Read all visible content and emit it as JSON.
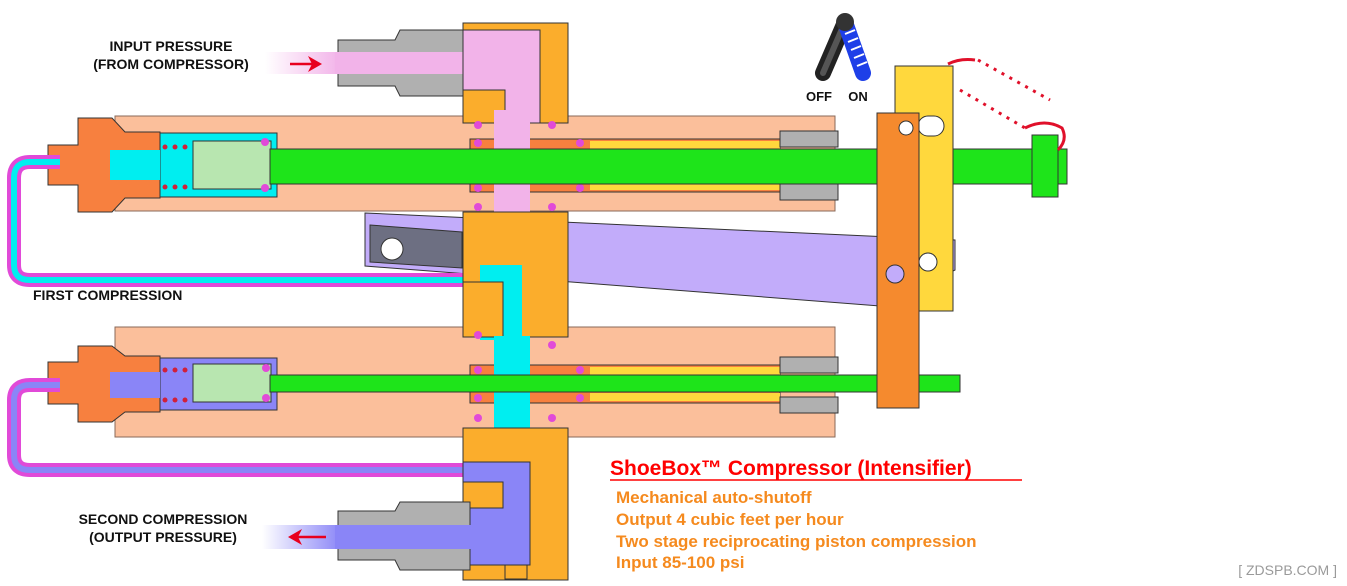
{
  "labels": {
    "input_line1": "INPUT PRESSURE",
    "input_line2": "(FROM COMPRESSOR)",
    "first_compression": "FIRST COMPRESSION",
    "second_line1": "SECOND COMPRESSION",
    "second_line2": "(OUTPUT PRESSURE)",
    "switch_off": "OFF",
    "switch_on": "ON"
  },
  "title": "ShoeBox™ Compressor (Intensifier)",
  "features": [
    "Mechanical auto-shutoff",
    "Output 4 cubic feet per hour",
    "Two stage reciprocating piston compression",
    "Input 85-100 psi"
  ],
  "watermark": "[ ZDSPB.COM ]",
  "colors": {
    "body": "#fbbf9b",
    "fitting": "#f7803f",
    "block": "#fbad2c",
    "input_air": "#f2b3e9",
    "first_air": "#00eef0",
    "second_air": "#8a85f7",
    "rod": "#1ee41a",
    "lever": "#c2acfa",
    "plate": "#ffd83d",
    "arm": "#f58a2e",
    "title": "#ff0000",
    "feature": "#f58a1e"
  }
}
